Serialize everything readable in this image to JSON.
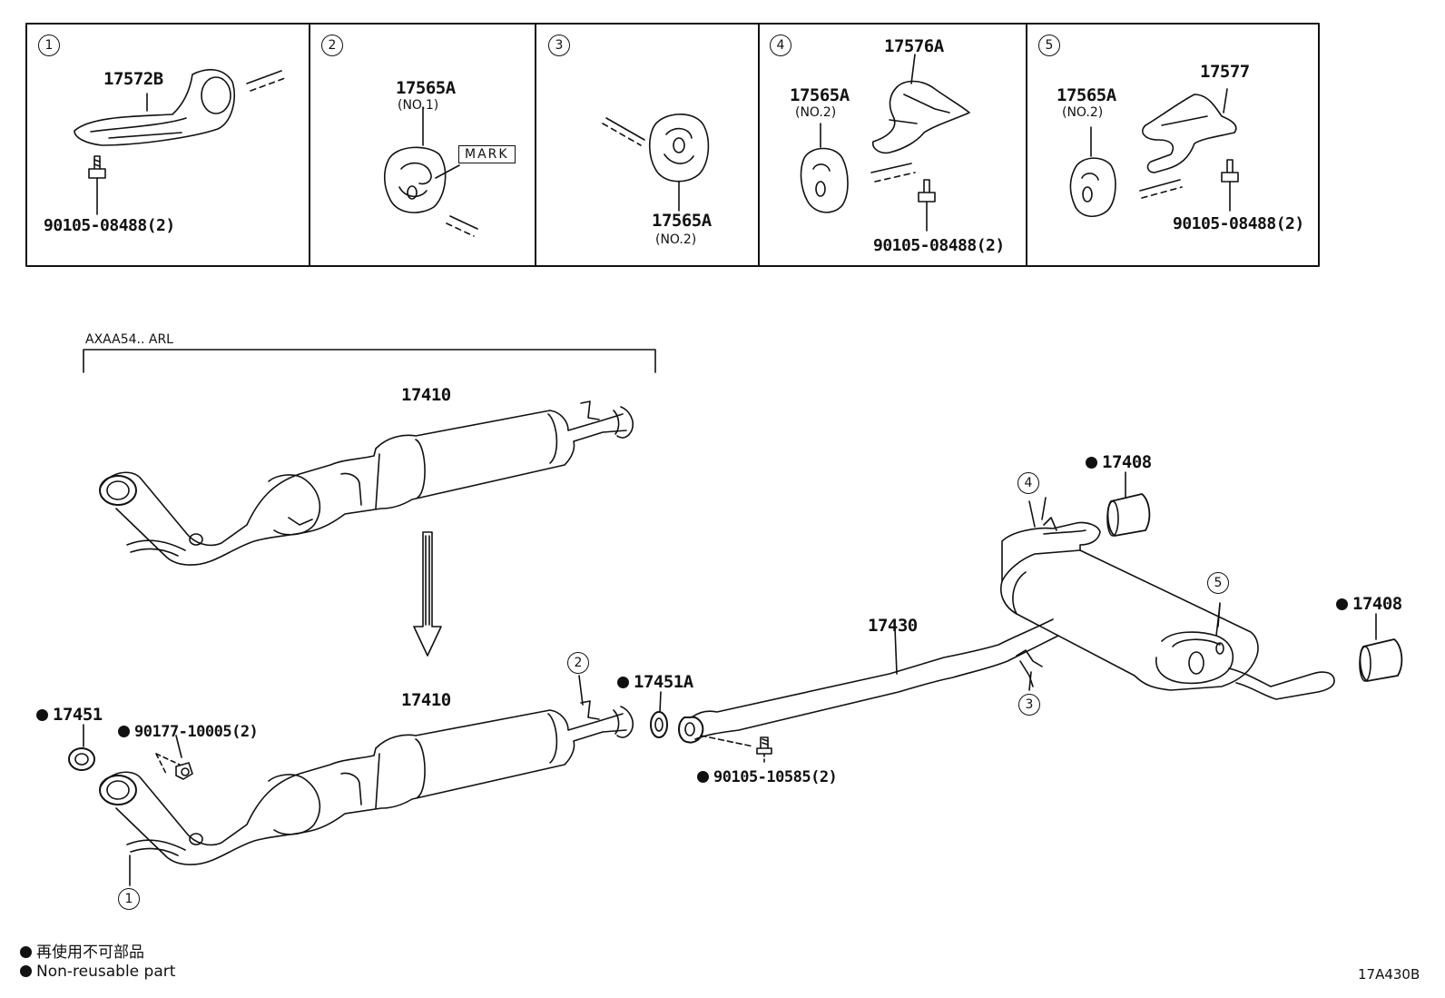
{
  "insets": [
    {
      "num": "1",
      "part": "17572B",
      "bolt": "90105-08488(2)"
    },
    {
      "num": "2",
      "part": "17565A",
      "sub": "(NO.1)",
      "mark": "MARK"
    },
    {
      "num": "3",
      "part": "17565A",
      "sub": "(NO.2)"
    },
    {
      "num": "4",
      "part_a": "17576A",
      "part_b": "17565A",
      "sub": "(NO.2)",
      "bolt": "90105-08488(2)"
    },
    {
      "num": "5",
      "part_a": "17577",
      "part_b": "17565A",
      "sub": "(NO.2)",
      "bolt": "90105-08488(2)"
    }
  ],
  "main": {
    "group_label": "AXAA54.. ARL",
    "pipe_upper": "17410",
    "pipe_lower": "17410",
    "gasket_front": "17451",
    "nut": "90177-10005(2)",
    "gasket_mid": "17451A",
    "bolt_mid": "90105-10585(2)",
    "center_pipe": "17430",
    "tail_upper": "17408",
    "tail_lower": "17408",
    "callouts": [
      "1",
      "2",
      "3",
      "4",
      "5"
    ]
  },
  "legend": {
    "line1": "再使用不可部品",
    "line2": "Non-reusable part"
  },
  "drawing_code": "17A430B"
}
